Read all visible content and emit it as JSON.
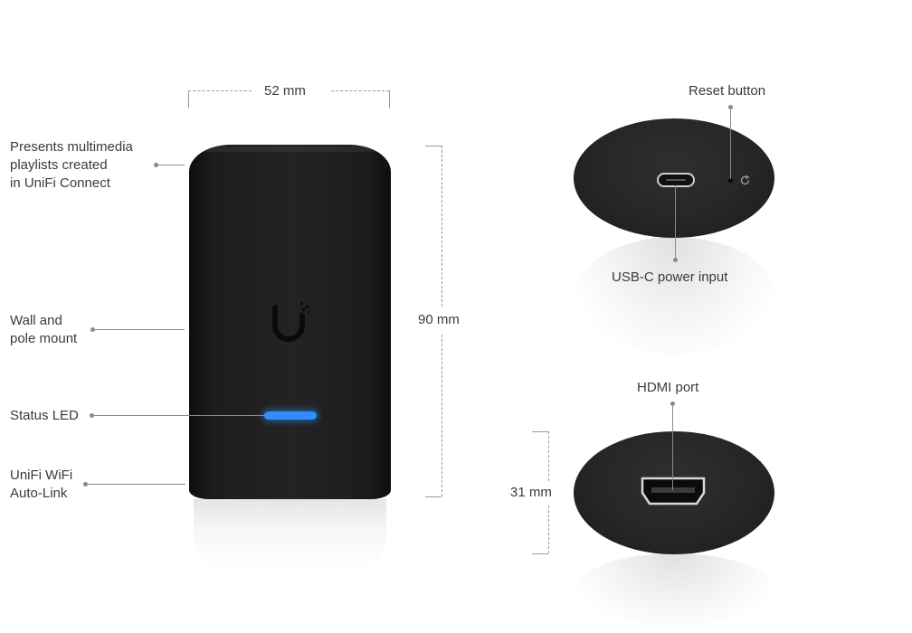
{
  "dimensions": {
    "width": "52 mm",
    "height": "90 mm",
    "depth": "31 mm"
  },
  "callouts": {
    "playlists": [
      "Presents multimedia",
      "playlists created",
      "in UniFi Connect"
    ],
    "mount": [
      "Wall and",
      "pole mount"
    ],
    "status_led": "Status LED",
    "wifi": [
      "UniFi WiFi",
      "Auto-Link"
    ],
    "reset": "Reset button",
    "usbc": "USB-C power input",
    "hdmi": "HDMI port"
  },
  "icons": {
    "logo": "ubiquiti-u-logo-icon",
    "reset": "reset-arrow-icon"
  },
  "colors": {
    "device_body": "#1f1f1f",
    "led": "#2f8dff",
    "callout_line": "#8a8a8a"
  }
}
